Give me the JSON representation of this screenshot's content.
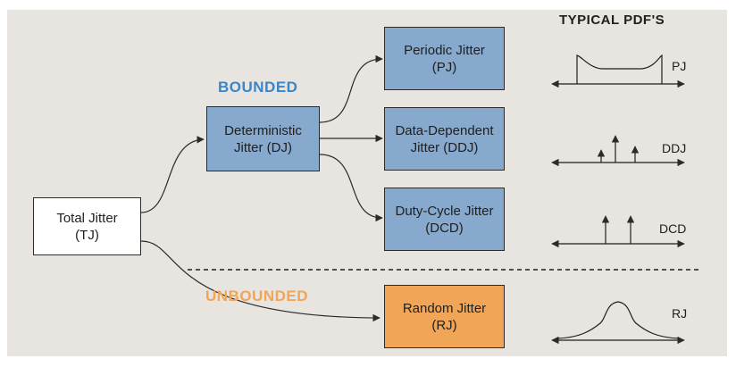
{
  "header": {
    "title": "TYPICAL PDF'S"
  },
  "categories": {
    "bounded": {
      "text": "BOUNDED",
      "color": "#3a86c8"
    },
    "unbounded": {
      "text": "UNBOUNDED",
      "color": "#f0a557"
    }
  },
  "boxes": {
    "total": "Total Jitter\n(TJ)",
    "deterministic": "Deterministic\nJitter (DJ)",
    "periodic": "Periodic Jitter\n(PJ)",
    "data_dependent": "Data-Dependent\nJitter (DDJ)",
    "duty_cycle": "Duty-Cycle Jitter\n(DCD)",
    "random": "Random Jitter\n(RJ)"
  },
  "pdf_labels": {
    "pj": "PJ",
    "ddj": "DDJ",
    "dcd": "DCD",
    "rj": "RJ"
  },
  "colors": {
    "blue_box": "#86a9cd",
    "orange_box": "#f0a557",
    "background": "#e8e4df"
  }
}
